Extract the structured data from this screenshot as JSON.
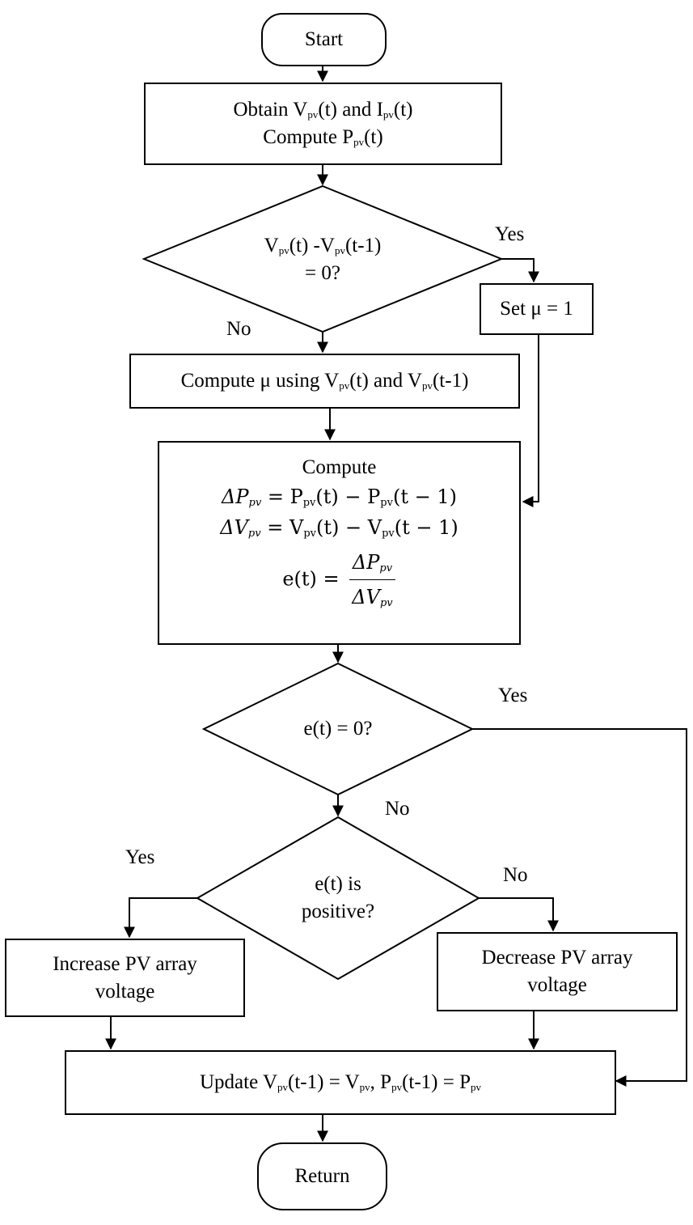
{
  "flowchart": {
    "start": "Start",
    "obtain": {
      "line1": {
        "a": "Obtain V",
        "a_sub": "pv",
        "b": "(t) and I",
        "b_sub": "pv",
        "c": "(t)"
      },
      "line2": {
        "a": "Compute P",
        "a_sub": "pv",
        "b": "(t)"
      }
    },
    "decision_voltage": {
      "line1": {
        "a": "V",
        "a_sub": "pv",
        "b": "(t) -V",
        "b_sub": "pv",
        "c": "(t-1)"
      },
      "line2": "= 0?"
    },
    "set_mu": "Set μ = 1",
    "compute_mu": {
      "a": "Compute μ using V",
      "a_sub": "pv",
      "b": "(t) and V",
      "b_sub": "pv",
      "c": "(t-1)"
    },
    "compute": {
      "title": "Compute",
      "delta_p": {
        "lhs": "ΔP",
        "lhs_sub": "pv",
        "rhs": "= P",
        "rhs_sub1": "pv",
        "rhs2": "(t) − P",
        "rhs_sub2": "pv",
        "rhs3": "(t − 1)"
      },
      "delta_v": {
        "lhs": "ΔV",
        "lhs_sub": "pv",
        "rhs": "= V",
        "rhs_sub1": "pv",
        "rhs2": "(t) − V",
        "rhs_sub2": "pv",
        "rhs3": "(t − 1)"
      },
      "e": {
        "lhs": "e(t) =",
        "num": "ΔP",
        "num_sub": "pv",
        "den": "ΔV",
        "den_sub": "pv"
      }
    },
    "decision_e_zero": "e(t) = 0?",
    "decision_e_pos": {
      "line1": "e(t) is",
      "line2": "positive?"
    },
    "increase": {
      "line1": "Increase PV array",
      "line2": "voltage"
    },
    "decrease": {
      "line1": "Decrease PV array",
      "line2": "voltage"
    },
    "update": {
      "a": "Update V",
      "a_sub": "pv",
      "b": "(t-1) = V",
      "b_sub": "pv",
      "c": ", P",
      "c_sub": "pv",
      "d": "(t-1) = P",
      "d_sub": "pv"
    },
    "return": "Return"
  },
  "labels": {
    "yes_1": "Yes",
    "no_1": "No",
    "yes_2": "Yes",
    "no_2": "No",
    "yes_3": "Yes",
    "no_3": "No"
  }
}
